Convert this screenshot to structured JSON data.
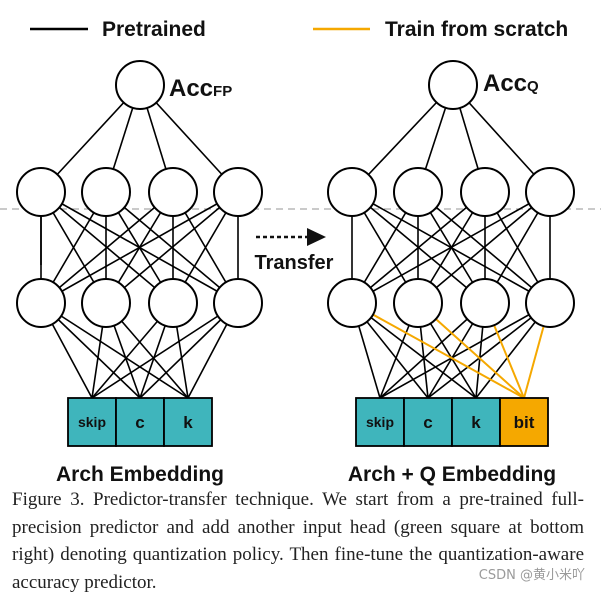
{
  "legend": {
    "pretrained_label": "Pretrained",
    "scratch_label": "Train from scratch",
    "pretrained_color": "#000000",
    "scratch_color": "#F5A800"
  },
  "left_network": {
    "output_label_main": "Acc",
    "output_label_sub": "FP",
    "embedding_cells": [
      "skip",
      "c",
      "k"
    ],
    "embedding_title": "Arch Embedding"
  },
  "right_network": {
    "output_label_main": "Acc",
    "output_label_sub": "Q",
    "embedding_cells": [
      "skip",
      "c",
      "k",
      "bit"
    ],
    "embedding_title": "Arch + Q Embedding"
  },
  "transfer_label": "Transfer",
  "colors": {
    "embedding_teal": "#3FB5BC",
    "bit_orange": "#F5A800",
    "divider_gray": "#aaaaaa"
  },
  "caption": "Figure 3. Predictor-transfer technique. We start from a pre-trained full-precision predictor and add another input head (green square at bottom right) denoting quantization policy. Then fine-tune the quantization-aware accuracy predictor.",
  "watermark": "CSDN @黄小米吖"
}
